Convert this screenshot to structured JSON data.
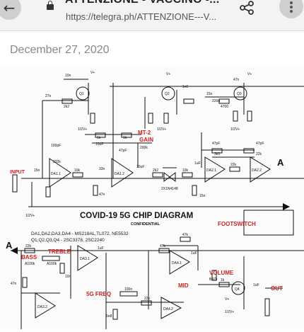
{
  "header": {
    "back_icon": "arrow-left-icon",
    "lock_icon": "lock-icon",
    "title": "ATTENZIONE - VACCINO -...",
    "url": "https://telegra.ph/ATTENZIONE---V...",
    "share_icon": "share-icon",
    "more_icon": "more-vertical-icon"
  },
  "article": {
    "date": "December 27, 2020"
  },
  "diagram": {
    "title": "COVID-19 5G CHIP DIAGRAM",
    "subtitle": "CONFIDENTIAL",
    "parts_line_1": "DA1,DA2,DA3,DA4 - MS218AL,TL072, NE5532",
    "parts_line_2": "Q1,Q2,Q3,Q4 - 2SC3378, 2SC2240",
    "labels": {
      "input": "INPUT",
      "mt2_gain_1": "MT-2",
      "mt2_gain_2": "GAIN",
      "footswitch": "FOOTSWITCH",
      "bass": "BASS",
      "treble": "TREBLE",
      "freq": "5G FREQ",
      "mid": "MID",
      "volume": "VOLUME",
      "out": "OUT",
      "a_top": "A",
      "a_bottom": "A"
    },
    "components": {
      "da1a": "DA1.1",
      "da1b": "DA1.2",
      "da2a": "DA2.1",
      "da2b": "DA2.2",
      "da3a": "DA3.1",
      "da3b": "DA3.2",
      "da4a": "DA4.1",
      "da4b": "DA4.2",
      "q1": "Q1",
      "q2": "Q2",
      "q3": "Q3",
      "q4": "Q4",
      "r15n": "15n",
      "r10k": "10k",
      "r33n": "33n",
      "r47n": "47n",
      "r100pf": "100pF",
      "r220k": "220k",
      "r2k2": "2k2",
      "r1k": "1k",
      "r47k": "47k",
      "r200k": "200k",
      "r10uf": "10uF",
      "r1uf": "1uF",
      "r47pf": "47pF",
      "r22k": "22k",
      "r3k3": "3k3",
      "r1n5": "1n5",
      "r220n": "220n",
      "r4700": "4700",
      "r27n": "27n",
      "r10n": "10n",
      "r6n8": "6n8",
      "r100n": "100n",
      "diodes": "2X1N4148",
      "a100k": "A100k",
      "b47k": "B47k",
      "vplus": "V+",
      "vhalf": "1/2V+"
    }
  },
  "colors": {
    "accent_red": "#cc2222",
    "ink": "#111111"
  }
}
